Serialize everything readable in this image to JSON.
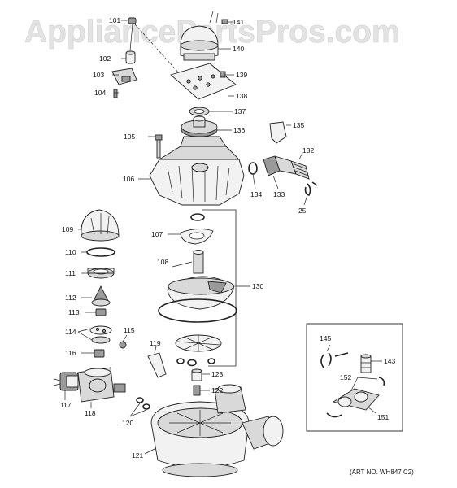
{
  "watermark": "AppliancePartsPros.com",
  "art_number": "(ART NO. WH847 C2)",
  "callouts": {
    "p101": "101",
    "p141": "141",
    "p140": "140",
    "p102": "102",
    "p103": "103",
    "p139": "139",
    "p138": "138",
    "p104": "104",
    "p137": "137",
    "p135": "135",
    "p136": "136",
    "p105": "105",
    "p132": "132",
    "p106": "106",
    "p134": "134",
    "p133": "133",
    "p25": "25",
    "p109": "109",
    "p107": "107",
    "p110": "110",
    "p108": "108",
    "p111": "111",
    "p130": "130",
    "p112": "112",
    "p113": "113",
    "p115": "115",
    "p114": "114",
    "p119": "119",
    "p116": "116",
    "p145": "145",
    "p143": "143",
    "p123": "123",
    "p152": "152",
    "p122": "122",
    "p117": "117",
    "p118": "118",
    "p120": "120",
    "p151": "151",
    "p121": "121"
  }
}
